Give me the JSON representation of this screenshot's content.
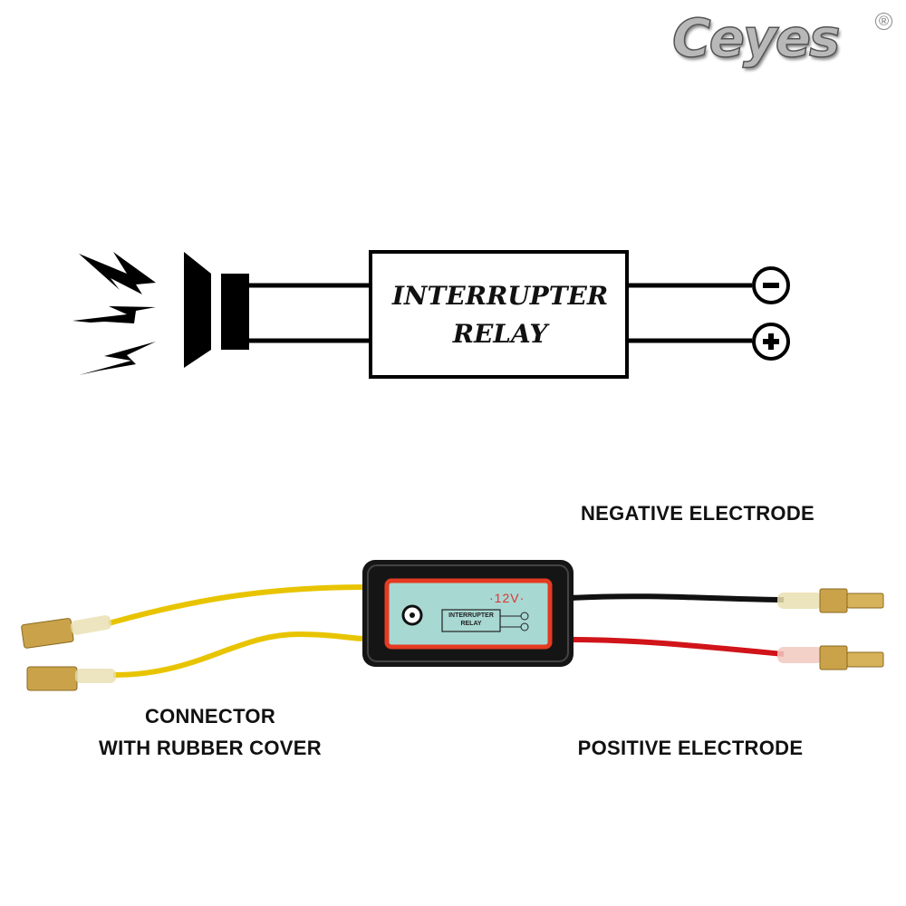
{
  "brand": {
    "logo_text": "Ceyes",
    "registered_mark": "®"
  },
  "schematic": {
    "box_line1": "INTERRUPTER",
    "box_line2": "RELAY",
    "negative_symbol": "−",
    "positive_symbol": "+"
  },
  "product": {
    "voltage_label": "·12V·",
    "relay_label_line1": "INTERRUPTER",
    "relay_label_line2": "RELAY"
  },
  "labels": {
    "negative": "NEGATIVE ELECTRODE",
    "connector_line1": "CONNECTOR",
    "connector_line2": "WITH RUBBER COVER",
    "positive": "POSITIVE ELECTRODE"
  },
  "colors": {
    "yellow_wire": "#e8c400",
    "red_wire": "#d0141a",
    "black_wire": "#111111",
    "brass": "#c9a24a"
  }
}
